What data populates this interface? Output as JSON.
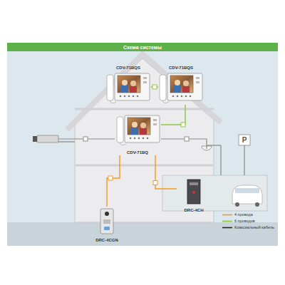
{
  "diagram": {
    "title": "Схема системы",
    "nodes": [
      {
        "text": [
          "CDV-71BQS"
        ]
      },
      {
        "text": [
          "CDV-71BQS"
        ]
      },
      {
        "text": [
          "CDV-71BQ"
        ]
      },
      {
        "text": [
          "DRC-4CGN"
        ]
      },
      {
        "text": [
          "DRC-4CH"
        ]
      }
    ],
    "edges": [
      {
        "from": 0,
        "to": 1,
        "arrow": "none"
      },
      {
        "from": 1,
        "to": 2,
        "arrow": "none"
      },
      {
        "from": 2,
        "to": 3,
        "arrow": "none"
      },
      {
        "from": 2,
        "to": 4,
        "arrow": "none"
      }
    ],
    "labels": [
      "P"
    ],
    "legend": [
      {
        "text": "4 провода"
      },
      {
        "text": "6 проводов"
      },
      {
        "text": "Коаксиальный кабель"
      }
    ]
  }
}
